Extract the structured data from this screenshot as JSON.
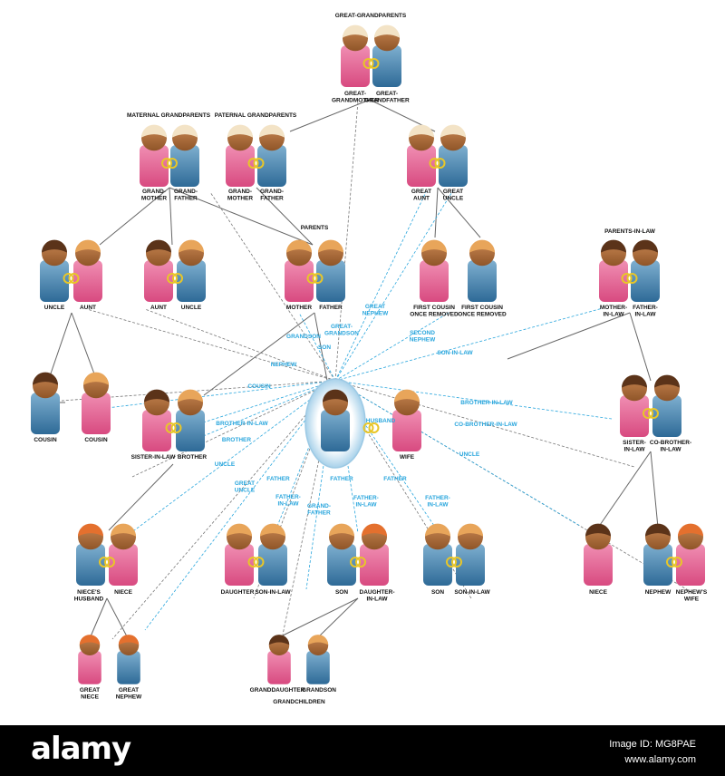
{
  "colors": {
    "pink": "#e05a8c",
    "blue": "#3d7ca8",
    "skin": "#a9683a",
    "ring": "#e8c628",
    "relation": "#29a6dd",
    "line": "#666666",
    "bg": "#ffffff",
    "footer": "#000000"
  },
  "headers": {
    "great_grandparents": "GREAT-GRANDPARENTS",
    "maternal_grandparents": "MATERNAL GRANDPARENTS",
    "paternal_grandparents": "PATERNAL GRANDPARENTS",
    "parents": "PARENTS",
    "parents_in_law": "PARENTS-IN-LAW",
    "grandchildren": "GRANDCHILDREN"
  },
  "people": {
    "ggm": [
      "GREAT-",
      "GRANDMOTHER"
    ],
    "ggf": [
      "GREAT-",
      "GRANDFATHER"
    ],
    "mgm": [
      "GRAND-",
      "MOTHER"
    ],
    "mgf": [
      "GRAND-",
      "FATHER"
    ],
    "pgm": [
      "GRAND-",
      "MOTHER"
    ],
    "pgf": [
      "GRAND-",
      "FATHER"
    ],
    "gaunt": [
      "GREAT",
      "AUNT"
    ],
    "guncle": [
      "GREAT",
      "UNCLE"
    ],
    "uncle1": [
      "UNCLE"
    ],
    "aunt1": [
      "AUNT"
    ],
    "aunt2": [
      "AUNT"
    ],
    "uncle2": [
      "UNCLE"
    ],
    "mother": [
      "MOTHER"
    ],
    "father": [
      "FATHER"
    ],
    "fc1": [
      "FIRST COUSIN",
      "ONCE REMOVED"
    ],
    "fc2": [
      "FIRST COUSIN",
      "ONCE REMOVED"
    ],
    "mil": [
      "MOTHER-",
      "IN-LAW"
    ],
    "fil": [
      "FATHER-",
      "IN-LAW"
    ],
    "cousin1": [
      "COUSIN"
    ],
    "cousin2": [
      "COUSIN"
    ],
    "sil": [
      "SISTER-IN-LAW"
    ],
    "brother": [
      "BROTHER"
    ],
    "wife": [
      "WIFE"
    ],
    "sister_il": [
      "SISTER-",
      "IN-LAW"
    ],
    "cobil": [
      "CO-BROTHER-",
      "IN-LAW"
    ],
    "nhusband": [
      "NIECE'S",
      "HUSBAND"
    ],
    "niece1": [
      "NIECE"
    ],
    "daughter": [
      "DAUGHTER"
    ],
    "sonil1": [
      "SON-IN-LAW"
    ],
    "son1": [
      "SON"
    ],
    "dil": [
      "DAUGHTER-",
      "IN-LAW"
    ],
    "son2": [
      "SON"
    ],
    "sonil2": [
      "SON-IN-LAW"
    ],
    "niece2": [
      "NIECE"
    ],
    "nephew": [
      "NEPHEW"
    ],
    "nwife": [
      "NEPHEW'S",
      "WIFE"
    ],
    "gniece": [
      "GREAT",
      "NIECE"
    ],
    "gnephew": [
      "GREAT",
      "NEPHEW"
    ],
    "granddaughter": [
      "GRANDDAUGHTER"
    ],
    "grandson": [
      "GRANDSON"
    ]
  },
  "relations": {
    "great_nephew": [
      "GREAT",
      "NEPHEW"
    ],
    "great_grandson": [
      "GREAT-",
      "GRANDSON"
    ],
    "grandson": [
      "GRANDSON"
    ],
    "son": [
      "SON"
    ],
    "nephew": [
      "NEPHEW"
    ],
    "second_nephew": [
      "SECOND",
      "NEPHEW"
    ],
    "son_in_law": [
      "SON-IN-LAW"
    ],
    "cousin": [
      "COUSIN"
    ],
    "husband": [
      "HUSBAND"
    ],
    "brother_in_law_l": [
      "BROTHER-IN-LAW"
    ],
    "brother": [
      "BROTHER"
    ],
    "brother_in_law_r": [
      "BROTHER-IN-LAW"
    ],
    "co_brother_in_law": [
      "CO-BROTHER-IN-LAW"
    ],
    "uncle_l": [
      "UNCLE"
    ],
    "uncle_r": [
      "UNCLE"
    ],
    "great_uncle": [
      "GREAT",
      "UNCLE"
    ],
    "father1": [
      "FATHER"
    ],
    "father_in_law1": [
      "FATHER-",
      "IN-LAW"
    ],
    "grand_father": [
      "GRAND-",
      "FATHER"
    ],
    "father2": [
      "FATHER"
    ],
    "father_in_law2": [
      "FATHER-",
      "IN-LAW"
    ],
    "father3": [
      "FATHER"
    ],
    "father_in_law3": [
      "FATHER-",
      "IN-LAW"
    ]
  },
  "footer": {
    "logo": "alamy",
    "image_id": "Image ID: MG8PAE",
    "site": "www.alamy.com"
  }
}
